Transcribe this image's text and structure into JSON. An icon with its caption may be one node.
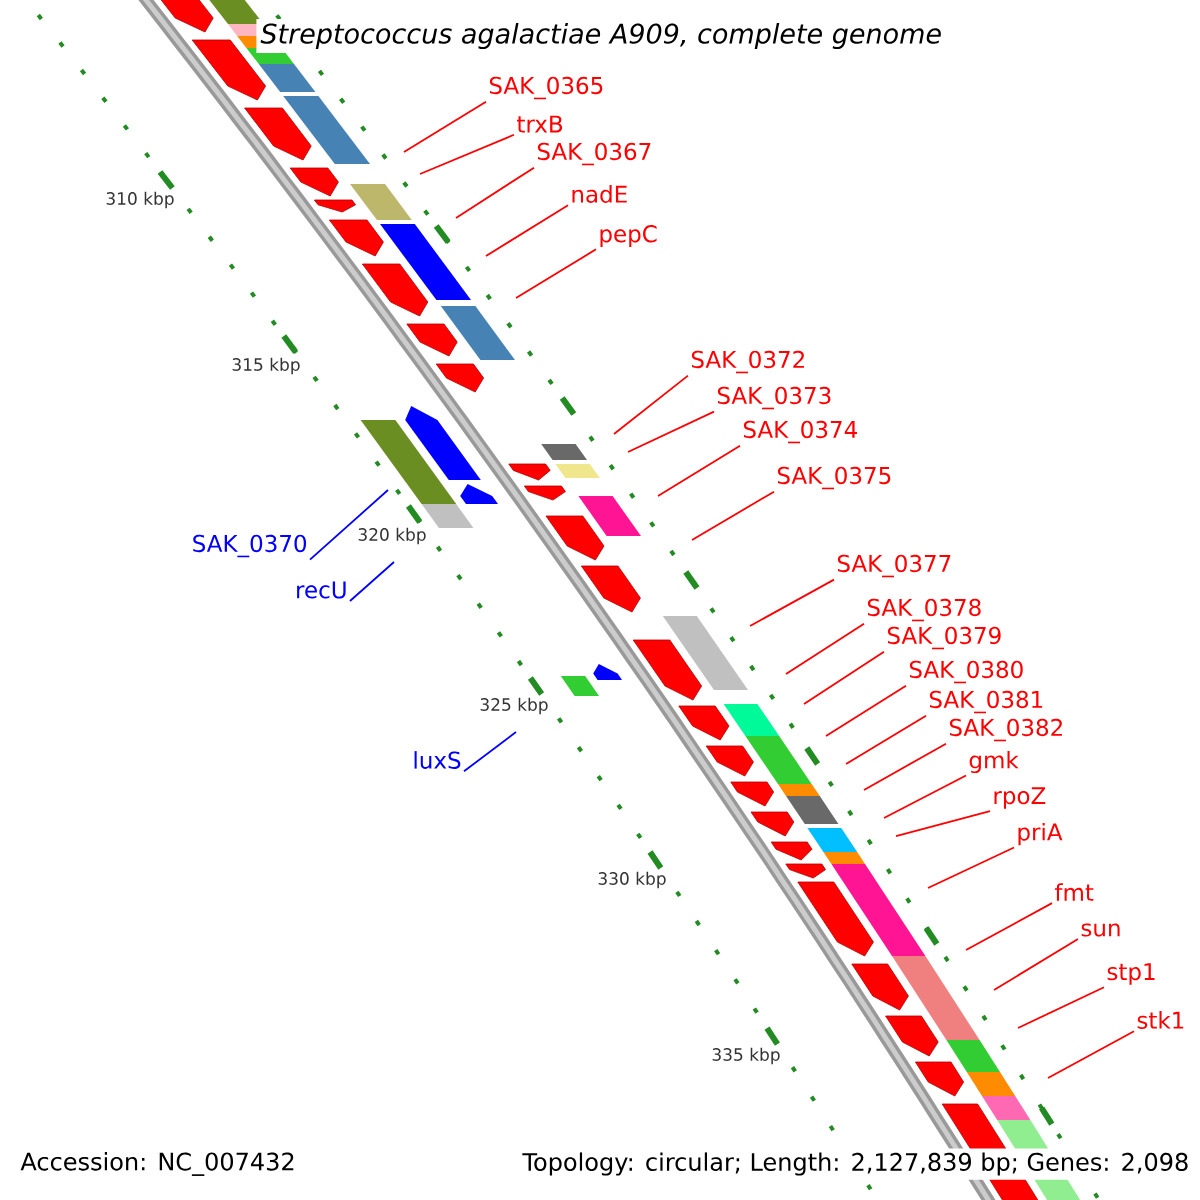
{
  "diagram": {
    "title": "Streptococcus agalactiae A909, complete genome",
    "nodes": [
      {
        "text": [
          "SAK_0365"
        ]
      },
      {
        "text": [
          "trxB"
        ]
      },
      {
        "text": [
          "SAK_0367"
        ]
      },
      {
        "text": [
          "nadE"
        ]
      },
      {
        "text": [
          "pepC"
        ]
      },
      {
        "text": [
          "SAK_0372"
        ]
      },
      {
        "text": [
          "SAK_0373"
        ]
      },
      {
        "text": [
          "SAK_0374"
        ]
      },
      {
        "text": [
          "SAK_0375"
        ]
      },
      {
        "text": [
          "SAK_0370"
        ]
      },
      {
        "text": [
          "SAK_0377"
        ]
      },
      {
        "text": [
          "recU"
        ]
      },
      {
        "text": [
          "SAK_0378"
        ]
      },
      {
        "text": [
          "SAK_0379"
        ]
      },
      {
        "text": [
          "SAK_0380"
        ]
      },
      {
        "text": [
          "SAK_0381"
        ]
      },
      {
        "text": [
          "SAK_0382"
        ]
      },
      {
        "text": [
          "luxS"
        ]
      },
      {
        "text": [
          "gmk"
        ]
      },
      {
        "text": [
          "rpoZ"
        ]
      },
      {
        "text": [
          "priA"
        ]
      },
      {
        "text": [
          "fmt"
        ]
      },
      {
        "text": [
          "sun"
        ]
      },
      {
        "text": [
          "stp1"
        ]
      },
      {
        "text": [
          "stk1"
        ]
      }
    ],
    "edges": [
      {
        "from": 0,
        "to": null,
        "arrow": "none"
      },
      {
        "from": 1,
        "to": null,
        "arrow": "none"
      },
      {
        "from": 2,
        "to": null,
        "arrow": "none"
      },
      {
        "from": 3,
        "to": null,
        "arrow": "none"
      },
      {
        "from": 4,
        "to": null,
        "arrow": "none"
      },
      {
        "from": 5,
        "to": null,
        "arrow": "none"
      },
      {
        "from": 6,
        "to": null,
        "arrow": "none"
      },
      {
        "from": 7,
        "to": null,
        "arrow": "none"
      },
      {
        "from": 8,
        "to": null,
        "arrow": "none"
      },
      {
        "from": 9,
        "to": null,
        "arrow": "none",
        "color": "#0000ff"
      },
      {
        "from": 10,
        "to": null,
        "arrow": "none"
      },
      {
        "from": 11,
        "to": null,
        "arrow": "none",
        "color": "#0000ff"
      },
      {
        "from": 12,
        "to": null,
        "arrow": "none"
      },
      {
        "from": 13,
        "to": null,
        "arrow": "none"
      },
      {
        "from": 14,
        "to": null,
        "arrow": "none"
      },
      {
        "from": 15,
        "to": null,
        "arrow": "none"
      },
      {
        "from": 16,
        "to": null,
        "arrow": "none"
      },
      {
        "from": 17,
        "to": null,
        "arrow": "none",
        "color": "#0000ff"
      },
      {
        "from": 18,
        "to": null,
        "arrow": "none"
      },
      {
        "from": 19,
        "to": null,
        "arrow": "none"
      },
      {
        "from": 20,
        "to": null,
        "arrow": "none"
      },
      {
        "from": 21,
        "to": null,
        "arrow": "none"
      },
      {
        "from": 22,
        "to": null,
        "arrow": "none"
      },
      {
        "from": 23,
        "to": null,
        "arrow": "none"
      },
      {
        "from": 24,
        "to": null,
        "arrow": "none"
      }
    ],
    "labels": [
      "310 kbp",
      "315 kbp",
      "320 kbp",
      "325 kbp",
      "330 kbp",
      "335 kbp",
      "Accession: NC_007432",
      "Topology: circular; Length: 2,127,839 bp; Genes: 2,098"
    ]
  }
}
